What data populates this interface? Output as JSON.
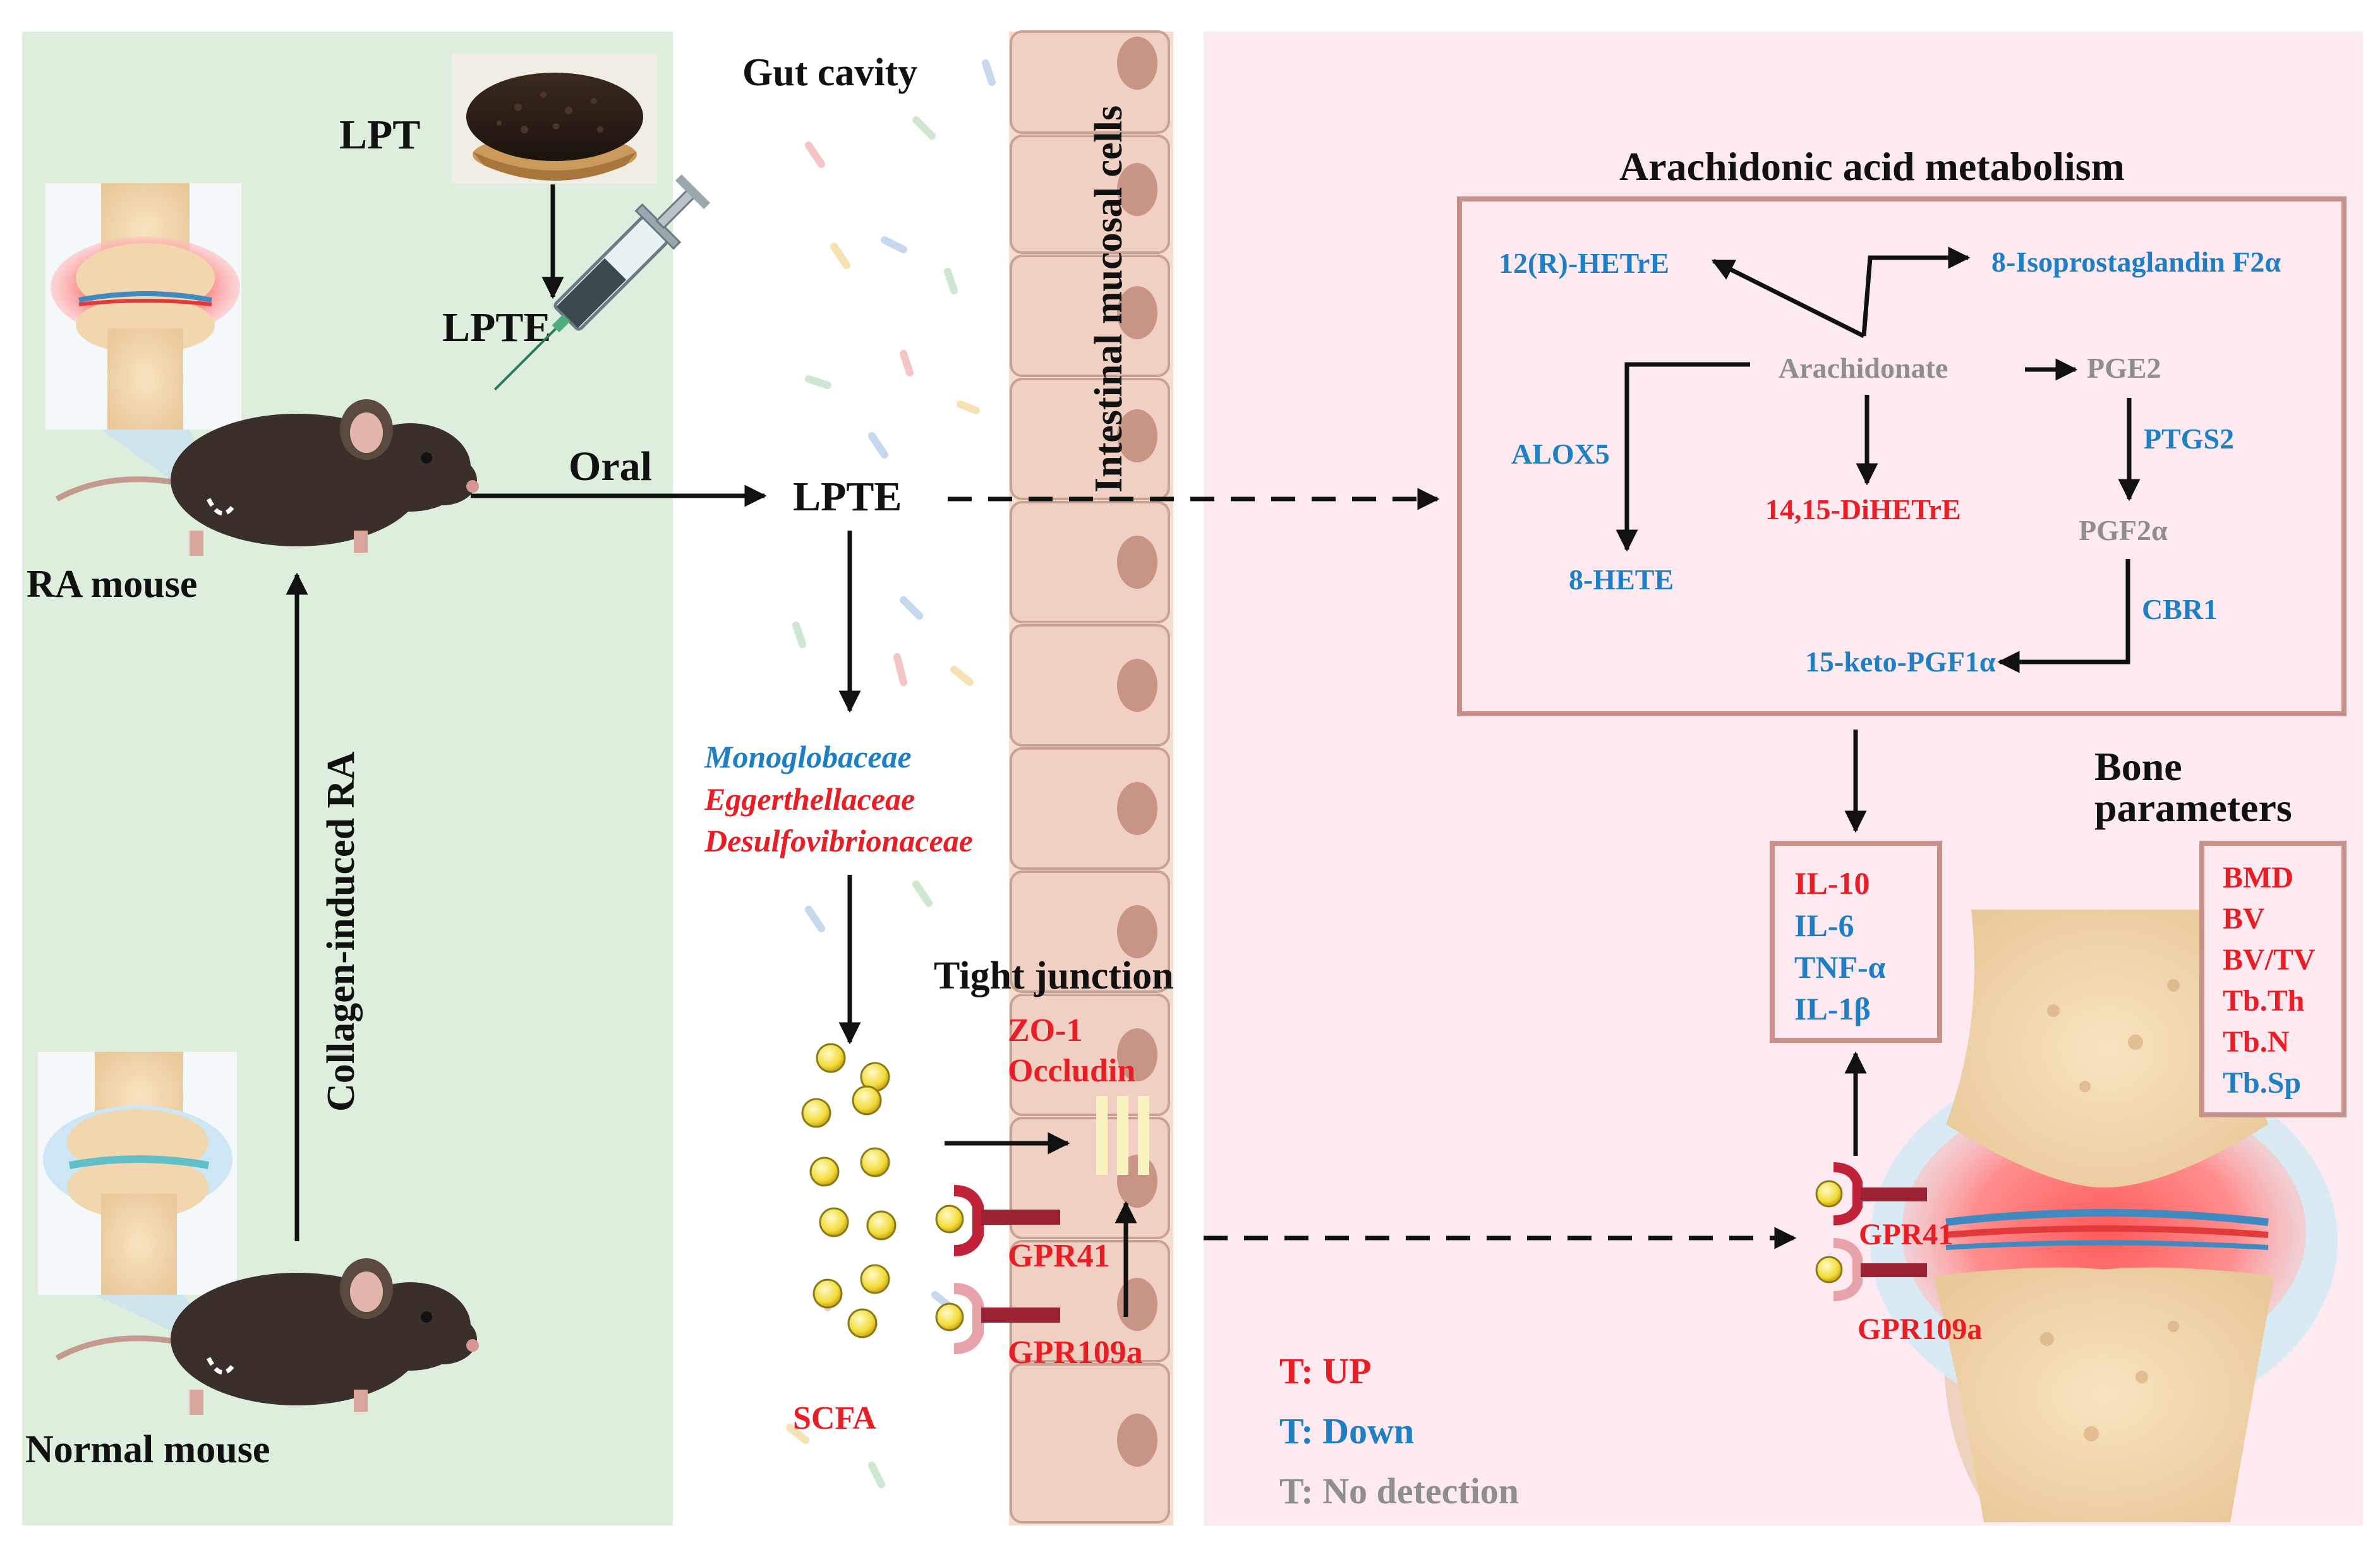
{
  "colors": {
    "up": "#ea1c24",
    "down": "#1f7fc4",
    "no_detection": "#8e8e8e",
    "left_panel": "#deeedd",
    "right_panel": "#fdeaf1",
    "box_border": "#c9918b"
  },
  "left": {
    "lpt": "LPT",
    "lpte": "LPTE",
    "oral": "Oral",
    "ra_mouse": "RA mouse",
    "normal_mouse": "Normal mouse",
    "collagen": "Collagen-induced RA"
  },
  "gut": {
    "cavity": "Gut cavity",
    "cells": "Intestinal mucosal cells",
    "lpte": "LPTE",
    "bacteria": [
      {
        "text": "Monoglobaceae",
        "status": "down"
      },
      {
        "text": "Eggerthellaceae",
        "status": "up"
      },
      {
        "text": "Desulfovibrionaceae",
        "status": "up"
      }
    ],
    "tight_junction": "Tight junction",
    "zo1": "ZO-1",
    "occludin": "Occludin",
    "gpr41": "GPR41",
    "gpr109a": "GPR109a",
    "scfa": "SCFA"
  },
  "aa": {
    "title": "Arachidonic acid metabolism",
    "hetre12": "12(R)-HETrE",
    "isoprostaglandin": "8-Isoprostaglandin F2α",
    "arachidonate": "Arachidonate",
    "pge2": "PGE2",
    "alox5": "ALOX5",
    "ptgs2": "PTGS2",
    "dihetre": "14,15-DiHETrE",
    "pgf2a": "PGF2α",
    "hete8": "8-HETE",
    "cbr1": "CBR1",
    "keto": "15-keto-PGF1α"
  },
  "cytokines": [
    {
      "text": "IL-10",
      "status": "up"
    },
    {
      "text": "IL-6",
      "status": "down"
    },
    {
      "text": "TNF-α",
      "status": "down"
    },
    {
      "text": "IL-1β",
      "status": "down"
    }
  ],
  "bone": {
    "title_line1": "Bone",
    "title_line2": "parameters",
    "params": [
      {
        "text": "BMD",
        "status": "up"
      },
      {
        "text": "BV",
        "status": "up"
      },
      {
        "text": "BV/TV",
        "status": "up"
      },
      {
        "text": "Tb.Th",
        "status": "up"
      },
      {
        "text": "Tb.N",
        "status": "up"
      },
      {
        "text": "Tb.Sp",
        "status": "down"
      }
    ],
    "gpr41": "GPR41",
    "gpr109a": "GPR109a"
  },
  "legend": {
    "up": "T: UP",
    "down": "T: Down",
    "none": "T: No detection"
  }
}
